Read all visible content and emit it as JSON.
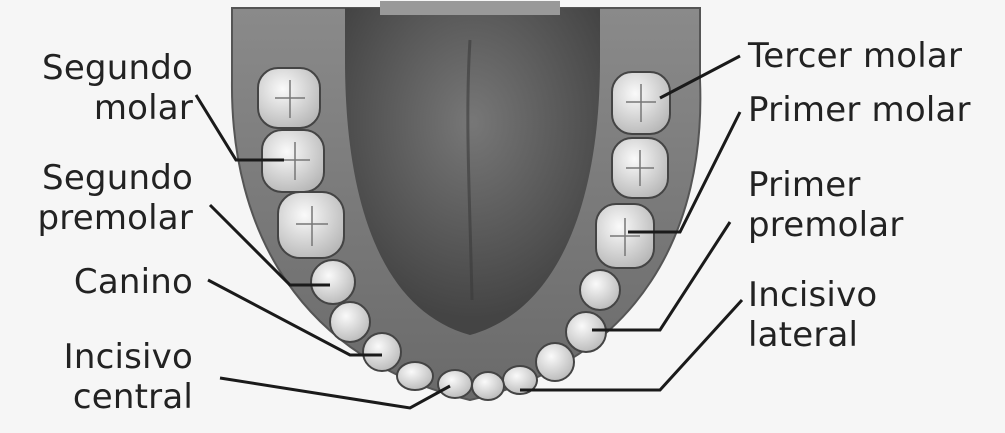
{
  "labels": {
    "segundo_molar": [
      "Segundo",
      "molar"
    ],
    "segundo_premolar": [
      "Segundo",
      "premolar"
    ],
    "canino": "Canino",
    "incisivo_central": [
      "Incisivo",
      "central"
    ],
    "tercer_molar": "Tercer molar",
    "primer_molar": "Primer molar",
    "primer_premolar": [
      "Primer",
      "premolar"
    ],
    "incisivo_lateral": [
      "Incisivo",
      "lateral"
    ]
  },
  "colors": {
    "gum": "#7c7c7c",
    "tongue": "#5e5e5e",
    "tooth": "#ebebeb",
    "leader_line": "#1a1a1a",
    "text": "#222222"
  }
}
